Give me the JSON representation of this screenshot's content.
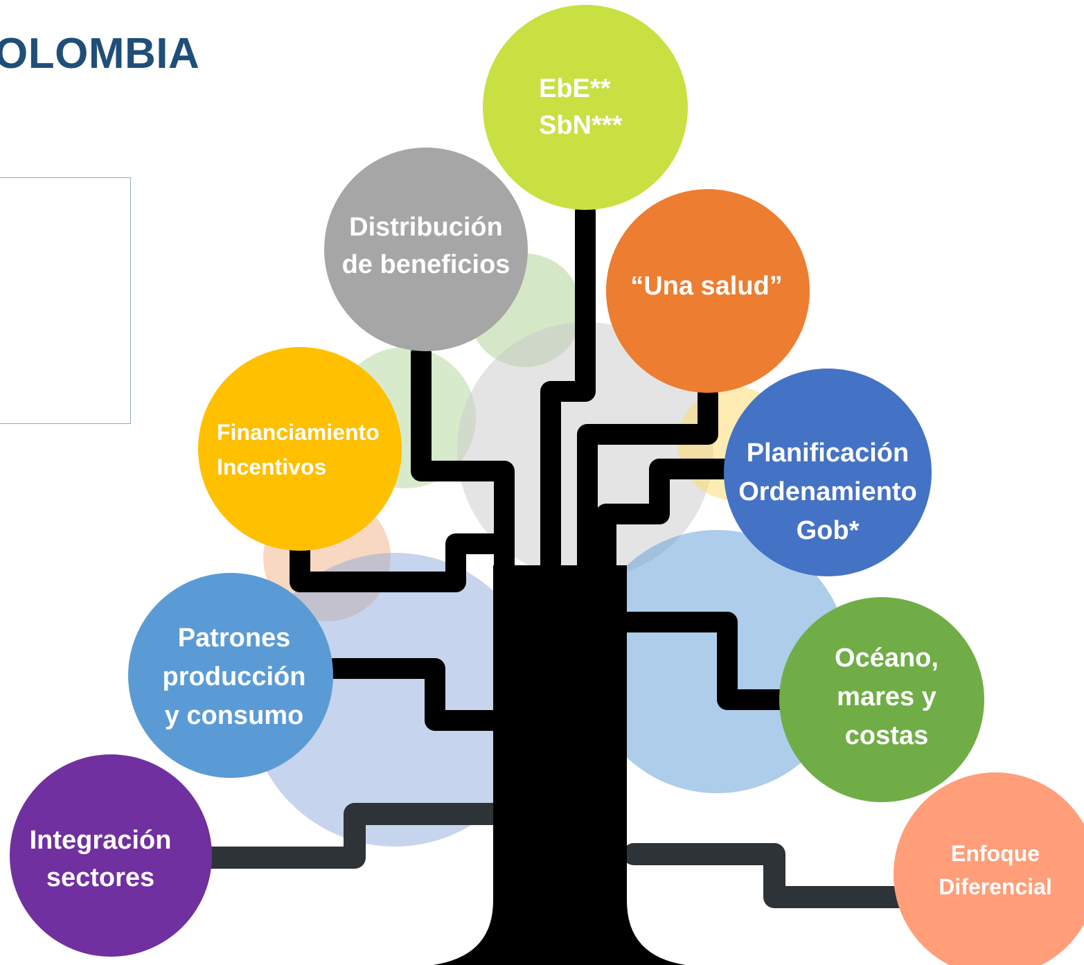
{
  "title": "OLOMBIA",
  "colors": {
    "title": "#1f4e79",
    "trunk": "#000000",
    "branch_dark": "#2e3338",
    "node_text": "#ffffff",
    "side_box_border": "#8ea9c8"
  },
  "nodes": [
    {
      "id": "ebe-sbn",
      "lines": [
        "EbE**",
        "SbN***"
      ],
      "color": "#c9e043",
      "text_align": "start"
    },
    {
      "id": "distribucion",
      "lines": [
        "Distribución",
        "de beneficios"
      ],
      "color": "#a6a6a6",
      "text_align": "middle"
    },
    {
      "id": "una-salud",
      "lines": [
        "“Una salud”"
      ],
      "color": "#ed7d31",
      "text_align": "middle"
    },
    {
      "id": "financiamiento",
      "lines": [
        "Financiamiento",
        "Incentivos"
      ],
      "color": "#ffc000",
      "text_align": "start"
    },
    {
      "id": "planificacion",
      "lines": [
        "Planificación",
        "Ordenamiento",
        "Gob*"
      ],
      "color": "#4472c4",
      "text_align": "middle"
    },
    {
      "id": "patrones",
      "lines": [
        "Patrones",
        "producción",
        "y consumo"
      ],
      "color": "#5b9bd5",
      "text_align": "middle"
    },
    {
      "id": "oceano",
      "lines": [
        "Océano,",
        "mares y",
        "costas"
      ],
      "color": "#70ad47",
      "text_align": "middle"
    },
    {
      "id": "integracion",
      "lines": [
        "Integración",
        "sectores"
      ],
      "color": "#7030a0",
      "text_align": "middle"
    },
    {
      "id": "enfoque",
      "lines": [
        "Enfoque",
        "Diferencial"
      ],
      "color": "#ff9e79",
      "text_align": "middle"
    }
  ],
  "background_circles": [
    {
      "color": "#a9d08e",
      "opacity": 0.5
    },
    {
      "color": "#a9d08e",
      "opacity": 0.45
    },
    {
      "color": "#c9c9c9",
      "opacity": 0.5
    },
    {
      "color": "#ffd966",
      "opacity": 0.5
    },
    {
      "color": "#f4b183",
      "opacity": 0.5
    },
    {
      "color": "#8faadc",
      "opacity": 0.5
    },
    {
      "color": "#5b9bd5",
      "opacity": 0.5
    }
  ]
}
